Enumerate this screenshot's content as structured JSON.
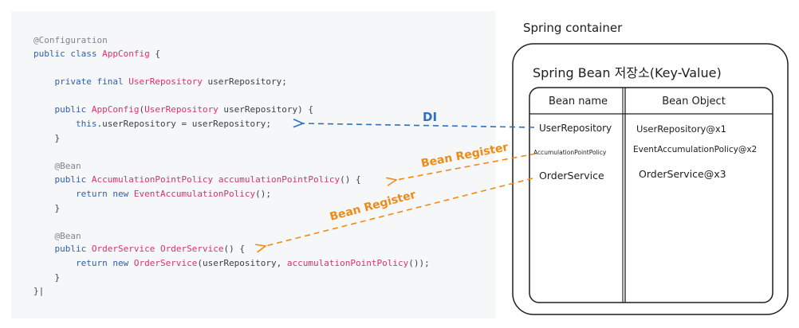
{
  "code": {
    "lines": [
      [
        {
          "t": "@Configuration",
          "c": "annotation"
        }
      ],
      [
        {
          "t": "public class ",
          "c": "keyword"
        },
        {
          "t": "AppConfig",
          "c": "class"
        },
        {
          "t": " {",
          "c": "plain"
        }
      ],
      [],
      [
        {
          "t": "    private final ",
          "c": "keyword"
        },
        {
          "t": "UserRepository",
          "c": "class"
        },
        {
          "t": " userRepository;",
          "c": "plain"
        }
      ],
      [],
      [
        {
          "t": "    public ",
          "c": "keyword"
        },
        {
          "t": "AppConfig",
          "c": "class"
        },
        {
          "t": "(",
          "c": "plain"
        },
        {
          "t": "UserRepository",
          "c": "class"
        },
        {
          "t": " userRepository) {",
          "c": "plain"
        }
      ],
      [
        {
          "t": "        this",
          "c": "keyword"
        },
        {
          "t": ".userRepository = userRepository;",
          "c": "plain"
        }
      ],
      [
        {
          "t": "    }",
          "c": "plain"
        }
      ],
      [],
      [
        {
          "t": "    @Bean",
          "c": "annotation"
        }
      ],
      [
        {
          "t": "    public ",
          "c": "keyword"
        },
        {
          "t": "AccumulationPointPolicy",
          "c": "class"
        },
        {
          "t": " ",
          "c": "plain"
        },
        {
          "t": "accumulationPointPolicy",
          "c": "class"
        },
        {
          "t": "() {",
          "c": "plain"
        }
      ],
      [
        {
          "t": "        return new ",
          "c": "keyword"
        },
        {
          "t": "EventAccumulationPolicy",
          "c": "class"
        },
        {
          "t": "();",
          "c": "plain"
        }
      ],
      [
        {
          "t": "    }",
          "c": "plain"
        }
      ],
      [],
      [
        {
          "t": "    @Bean",
          "c": "annotation"
        }
      ],
      [
        {
          "t": "    public ",
          "c": "keyword"
        },
        {
          "t": "OrderService",
          "c": "class"
        },
        {
          "t": " ",
          "c": "plain"
        },
        {
          "t": "OrderService",
          "c": "class"
        },
        {
          "t": "() {",
          "c": "plain"
        }
      ],
      [
        {
          "t": "        return new ",
          "c": "keyword"
        },
        {
          "t": "OrderService",
          "c": "class"
        },
        {
          "t": "(userRepository, ",
          "c": "plain"
        },
        {
          "t": "accumulationPointPolicy",
          "c": "class"
        },
        {
          "t": "());",
          "c": "plain"
        }
      ],
      [
        {
          "t": "    }",
          "c": "plain"
        }
      ],
      [
        {
          "t": "}|",
          "c": "plain"
        }
      ]
    ]
  },
  "container": {
    "title": "Spring container",
    "store_title": "Spring Bean 저장소(Key-Value)",
    "headers": [
      "Bean name",
      "Bean Object"
    ],
    "rows": [
      {
        "name": "UserRepository",
        "object": "UserRepository@x1"
      },
      {
        "name": "AccumulationPointPolicy",
        "object": "EventAccumulationPolicy@x2"
      },
      {
        "name": "OrderService",
        "object": "OrderService@x3"
      }
    ]
  },
  "arrows": {
    "di": "DI",
    "register1": "Bean Register",
    "register2": "Bean Register"
  },
  "colors": {
    "di_arrow": "#2f6fc0",
    "register_arrow": "#ef8a17",
    "sketch_ink": "#1e1e1e"
  }
}
